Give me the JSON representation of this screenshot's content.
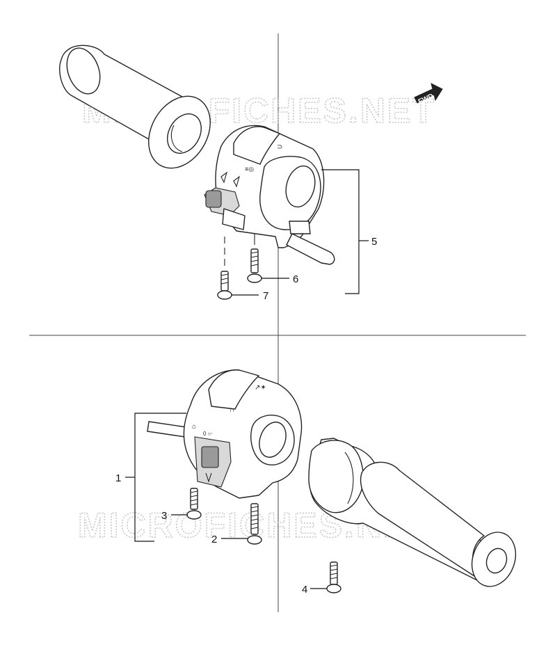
{
  "watermark": "MICROFICHES.NET",
  "direction_arrow": "FWD",
  "callouts": [
    "1",
    "2",
    "3",
    "4",
    "5",
    "6",
    "7"
  ],
  "icons": [
    "handlebar-grip",
    "switch-housing",
    "screw",
    "throttle-grip",
    "fwd-arrow-icon"
  ]
}
